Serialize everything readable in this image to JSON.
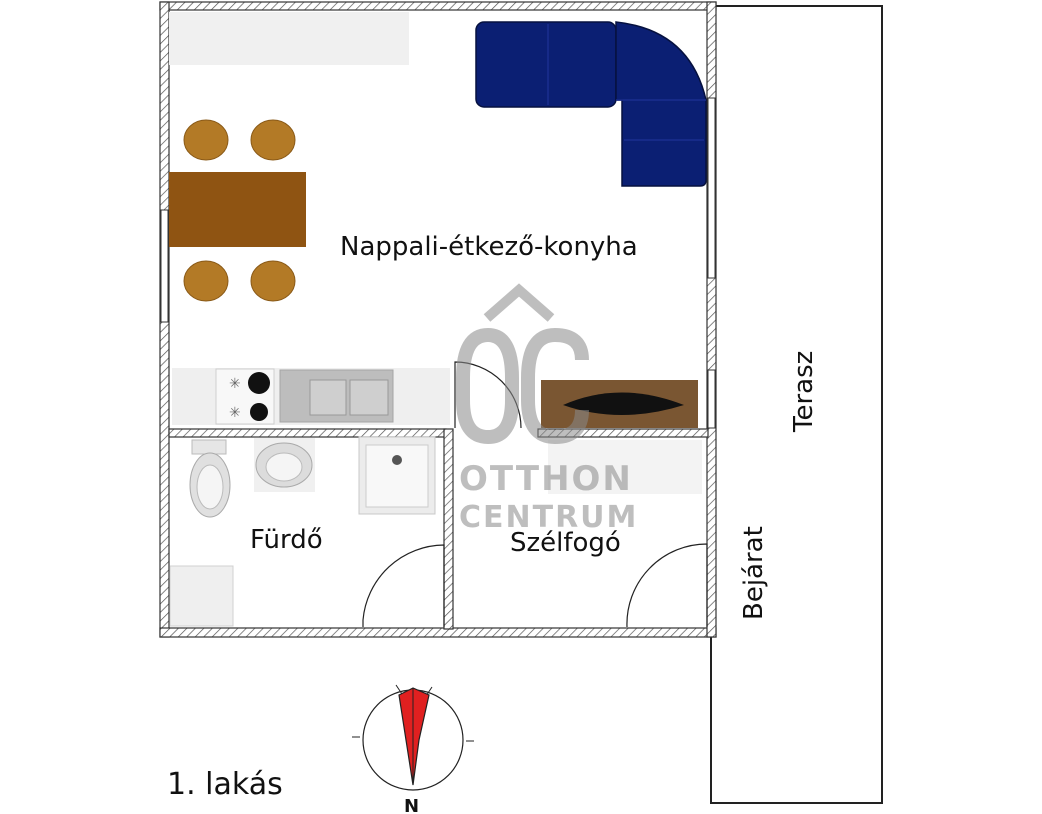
{
  "labels": {
    "living": "Nappali-étkező-konyha",
    "bathroom": "Fürdő",
    "vestibule": "Szélfogó",
    "terrace": "Terasz",
    "entrance": "Bejárat",
    "apartment": "1. lakás",
    "compass_north": "N"
  },
  "watermark": {
    "line1": "OTTHON",
    "line2": "CENTRUM"
  },
  "colors": {
    "wall": "#3a3a3a",
    "sofa": "#0b1f73",
    "table": "#8f5412",
    "chairs": "#b37a26",
    "tv_cabinet": "#7a5632",
    "compass_needle": "#e02020",
    "watermark": "#8a8a8a"
  }
}
